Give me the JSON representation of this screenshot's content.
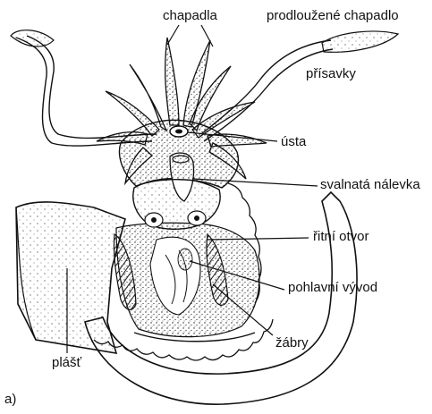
{
  "labels": {
    "chapadla": "chapadla",
    "prodlouzene_chapadlo": "prodloužené chapadlo",
    "prisavky": "přísavky",
    "usta": "ústa",
    "svalnata_nalevka": "svalnatá nálevka",
    "ritni_otvor": "řitní otvor",
    "pohlavni_vyvod": "pohlavní vývod",
    "zabry": "žábry",
    "plast": "plášť",
    "panel": "a)"
  },
  "colors": {
    "ink": "#111111",
    "paper": "#ffffff"
  }
}
